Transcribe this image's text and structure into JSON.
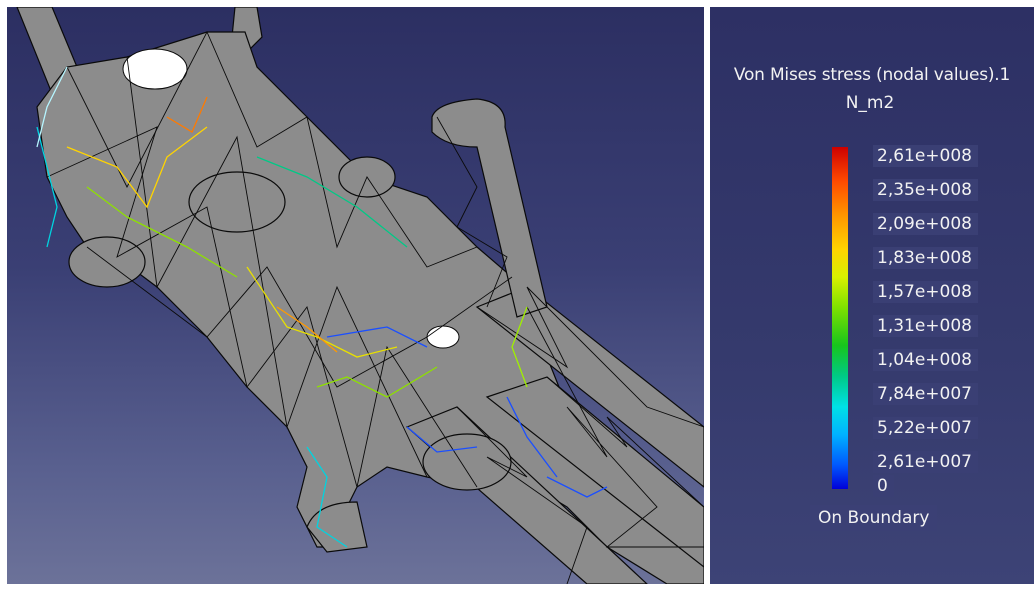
{
  "viewport": {
    "model": "mesh-part",
    "colors": {
      "background_top": "#2c2f62",
      "background_bottom": "#6c7299",
      "part_fill": "#8c8c8c",
      "mesh_edges": "#0a0a0a",
      "hole": "#ffffff"
    }
  },
  "legend": {
    "title": "Von Mises stress (nodal values).1",
    "unit": "N_m2",
    "values": [
      "2,61e+008",
      "2,35e+008",
      "2,09e+008",
      "1,83e+008",
      "1,57e+008",
      "1,31e+008",
      "1,04e+008",
      "7,84e+007",
      "5,22e+007",
      "2,61e+007",
      "0"
    ],
    "boundary_label": "On Boundary",
    "colors": {
      "max": "#cc0000",
      "mid": "#17c51c",
      "min": "#0000d8"
    }
  }
}
